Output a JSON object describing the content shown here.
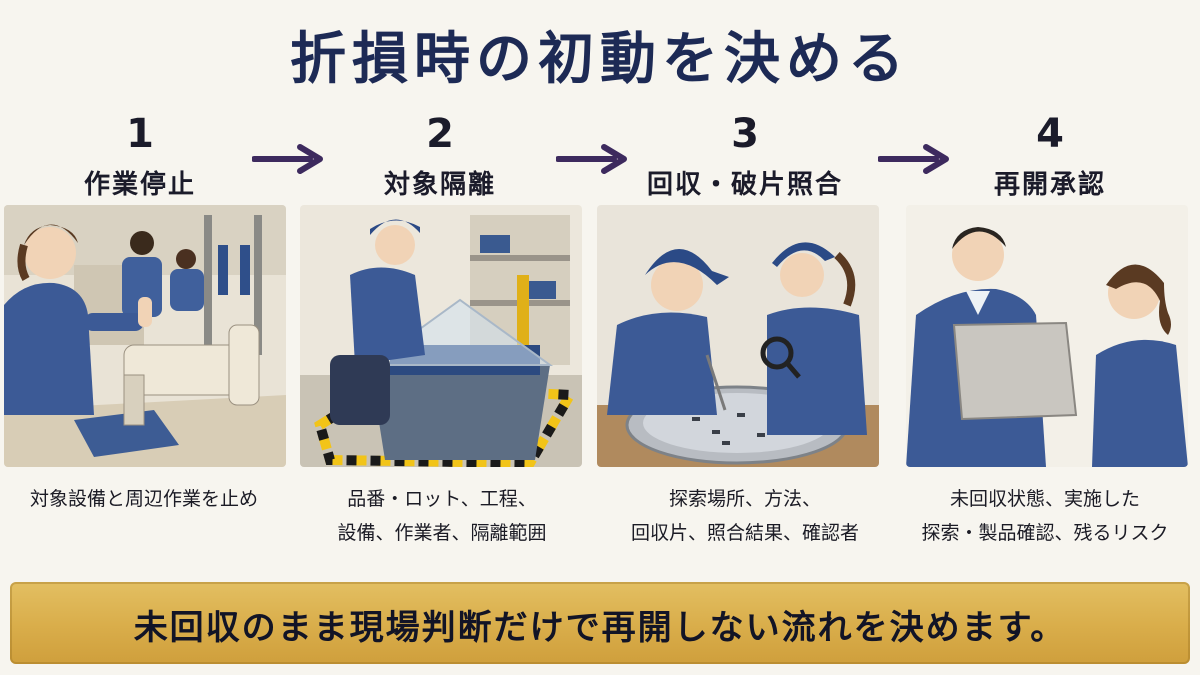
{
  "title": "折損時の初動を決める",
  "steps": [
    {
      "number": "1",
      "label": "作業停止",
      "desc_lines": [
        "対象設備と周辺作業を止め"
      ]
    },
    {
      "number": "2",
      "label": "対象隔離",
      "desc_lines": [
        "品番・ロット、工程、",
        "設備、作業者、隔離範囲"
      ]
    },
    {
      "number": "3",
      "label": "回収・破片照合",
      "desc_lines": [
        "探索場所、方法、",
        "回収片、照合結果、確認者"
      ]
    },
    {
      "number": "4",
      "label": "再開承認",
      "desc_lines": [
        "未回収状態、実施した",
        "探索・製品確認、残るリスク"
      ]
    }
  ],
  "banner": "未回収のまま現場判断だけで再開しない流れを決めます。",
  "colors": {
    "title": "#1d2a55",
    "arrow": "#3d2a5e",
    "uniform": "#3c5a96",
    "banner": "#d9ad4a",
    "hazard_yellow": "#f2c418"
  }
}
